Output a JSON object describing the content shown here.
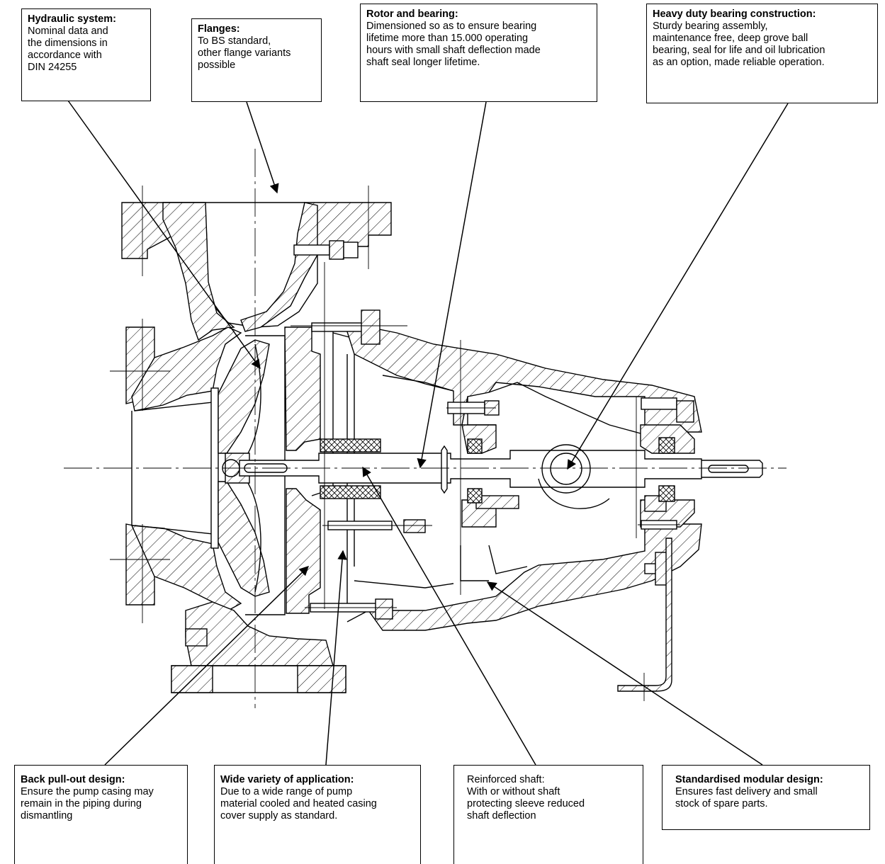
{
  "callouts": {
    "hydraulic": {
      "title": "Hydraulic system:",
      "body": "Nominal data and\nthe dimensions in\naccordance with\nDIN 24255"
    },
    "flanges": {
      "title": "Flanges:",
      "body": "To BS standard,\nother flange variants\npossible"
    },
    "rotor": {
      "title": "Rotor and bearing:",
      "body": "Dimensioned so as to ensure bearing\nlifetime more than 15.000 operating\nhours with small shaft deflection made\nshaft seal longer lifetime."
    },
    "heavy_duty": {
      "title": "Heavy duty bearing construction:",
      "body": "Sturdy bearing assembly,\nmaintenance free, deep grove ball\nbearing, seal for life and oil lubrication\nas an option, made reliable operation."
    },
    "back_pullout": {
      "title": "Back pull-out design:",
      "body": "Ensure the pump casing may\nremain in the piping during\ndismantling"
    },
    "wide_variety": {
      "title": "Wide variety of application:",
      "body": "Due to a wide range of pump\nmaterial cooled and heated casing\ncover supply as standard."
    },
    "reinforced_shaft": {
      "title": "Reinforced shaft:",
      "body": "With or without shaft\nprotecting sleeve reduced\nshaft deflection"
    },
    "modular": {
      "title": "Standardised modular design:",
      "body": "Ensures fast delivery and small\nstock of spare parts."
    }
  },
  "colors": {
    "line": "#000000",
    "background": "#ffffff"
  }
}
